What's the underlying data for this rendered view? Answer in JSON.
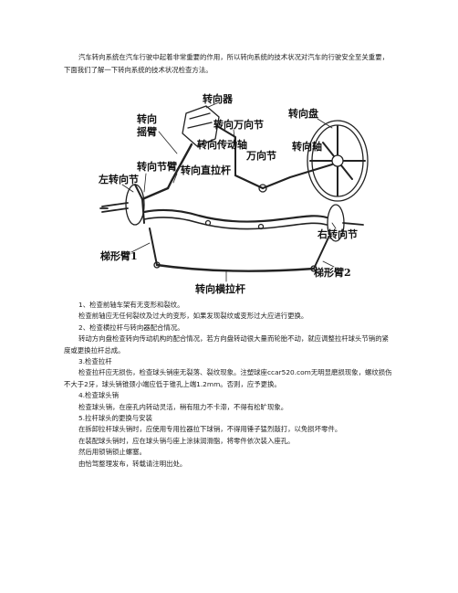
{
  "intro": "汽车转向系统在汽车行驶中起着非常重要的作用，所以转向系统的技术状况对汽车的行驶安全至关重要，下面我们了解一下转向系统的技术状况检查方法。",
  "figure": {
    "labels": {
      "zhuanxiangqi": "转向器",
      "zhuanxiang_yaobi": [
        "转向",
        "摇臂"
      ],
      "wanxiang_jie": "转向万向节",
      "chuandong_zhou": "转向传动轴",
      "zhuanxiang_pan": "转向盘",
      "zhuanxiang_zhou": "转向轴",
      "zhuanxiang_jiebi": "转向节臂",
      "wanxiang_jie2": "万向节",
      "zuo_zhuanxiangjie": "左转向节",
      "zhila_gan": "转向直拉杆",
      "you_zhuanxiangjie": "右转向节",
      "tixing_bi1": "梯形臂1",
      "tixing_bi2": "梯形臂2",
      "henglagan": "转向横拉杆"
    }
  },
  "paragraphs": [
    {
      "text": "1、检查前轴车架有无变形和裂纹。",
      "indent": true
    },
    {
      "text": "检查前轴应无任何裂纹及过大的变形，如果发现裂纹或变形过大应进行更换。",
      "indent": true
    },
    {
      "text": "2、检查横拉杆与转向器配合情况。",
      "indent": true
    },
    {
      "text": "转动方向盘检查转向传动机构的配合情况，若方向盘转动很大量而轮胎不动，就应调整拉杆球头节销的紧度或更换拉杆总成。",
      "indent": true
    },
    {
      "text": "3.检查拉杆",
      "indent": true
    },
    {
      "text": "检查拉杆应无损伤，检查球头销座无裂落、裂纹现象。注塑球座ccar520.com无明显磨损现象，螺纹损伤不大于2牙，球头销锥颈小端应低于锥孔上端1.2mm。否则，应予更换。",
      "indent": true
    },
    {
      "text": "4.检查球头销",
      "indent": true
    },
    {
      "text": "检查球头销，在座孔内转动灵活，稍有阻力不卡滞，不得有松旷现象。",
      "indent": true
    },
    {
      "text": "5.拉杆球头的更换与安装",
      "indent": true
    },
    {
      "text": "在拆卸拉杆球头销时，应使用专用拉器拉下球销，不得用锤子猛烈敲打，以免损坏零件。",
      "indent": true
    },
    {
      "text": "在装配球头销时，应在球头销与座上涂抹润滑脂，将零件依次装入座孔。",
      "indent": true
    },
    {
      "text": "然后用锁销锁止螺塞。",
      "indent": true
    },
    {
      "text": "由恰驾整理发布，转载请注明出处。",
      "indent": true
    }
  ]
}
